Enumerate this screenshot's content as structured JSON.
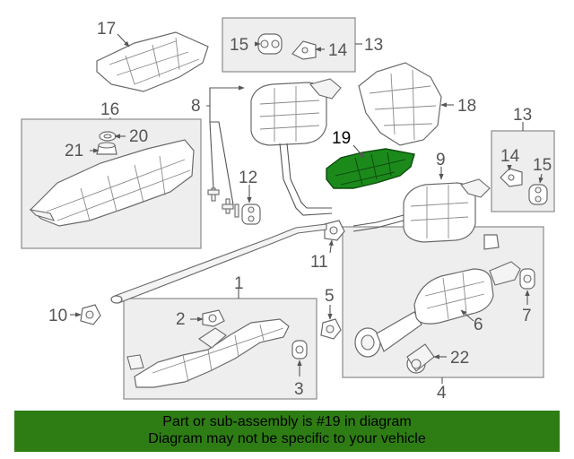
{
  "callouts": {
    "c1": "1",
    "c2": "2",
    "c3": "3",
    "c4": "4",
    "c5": "5",
    "c6": "6",
    "c7": "7",
    "c8": "8",
    "c9": "9",
    "c10": "10",
    "c11": "11",
    "c12": "12",
    "c13a": "13",
    "c13b": "13",
    "c14a": "14",
    "c14b": "14",
    "c15a": "15",
    "c15b": "15",
    "c16": "16",
    "c17": "17",
    "c18": "18",
    "c19": "19",
    "c20": "20",
    "c21": "21",
    "c22": "22"
  },
  "highlight_color": "#1b8a1b",
  "banner": {
    "line1": "Part or sub-assembly is #19 in diagram",
    "line2": "Diagram may not be specific to your vehicle",
    "color": "#2e7d14"
  }
}
